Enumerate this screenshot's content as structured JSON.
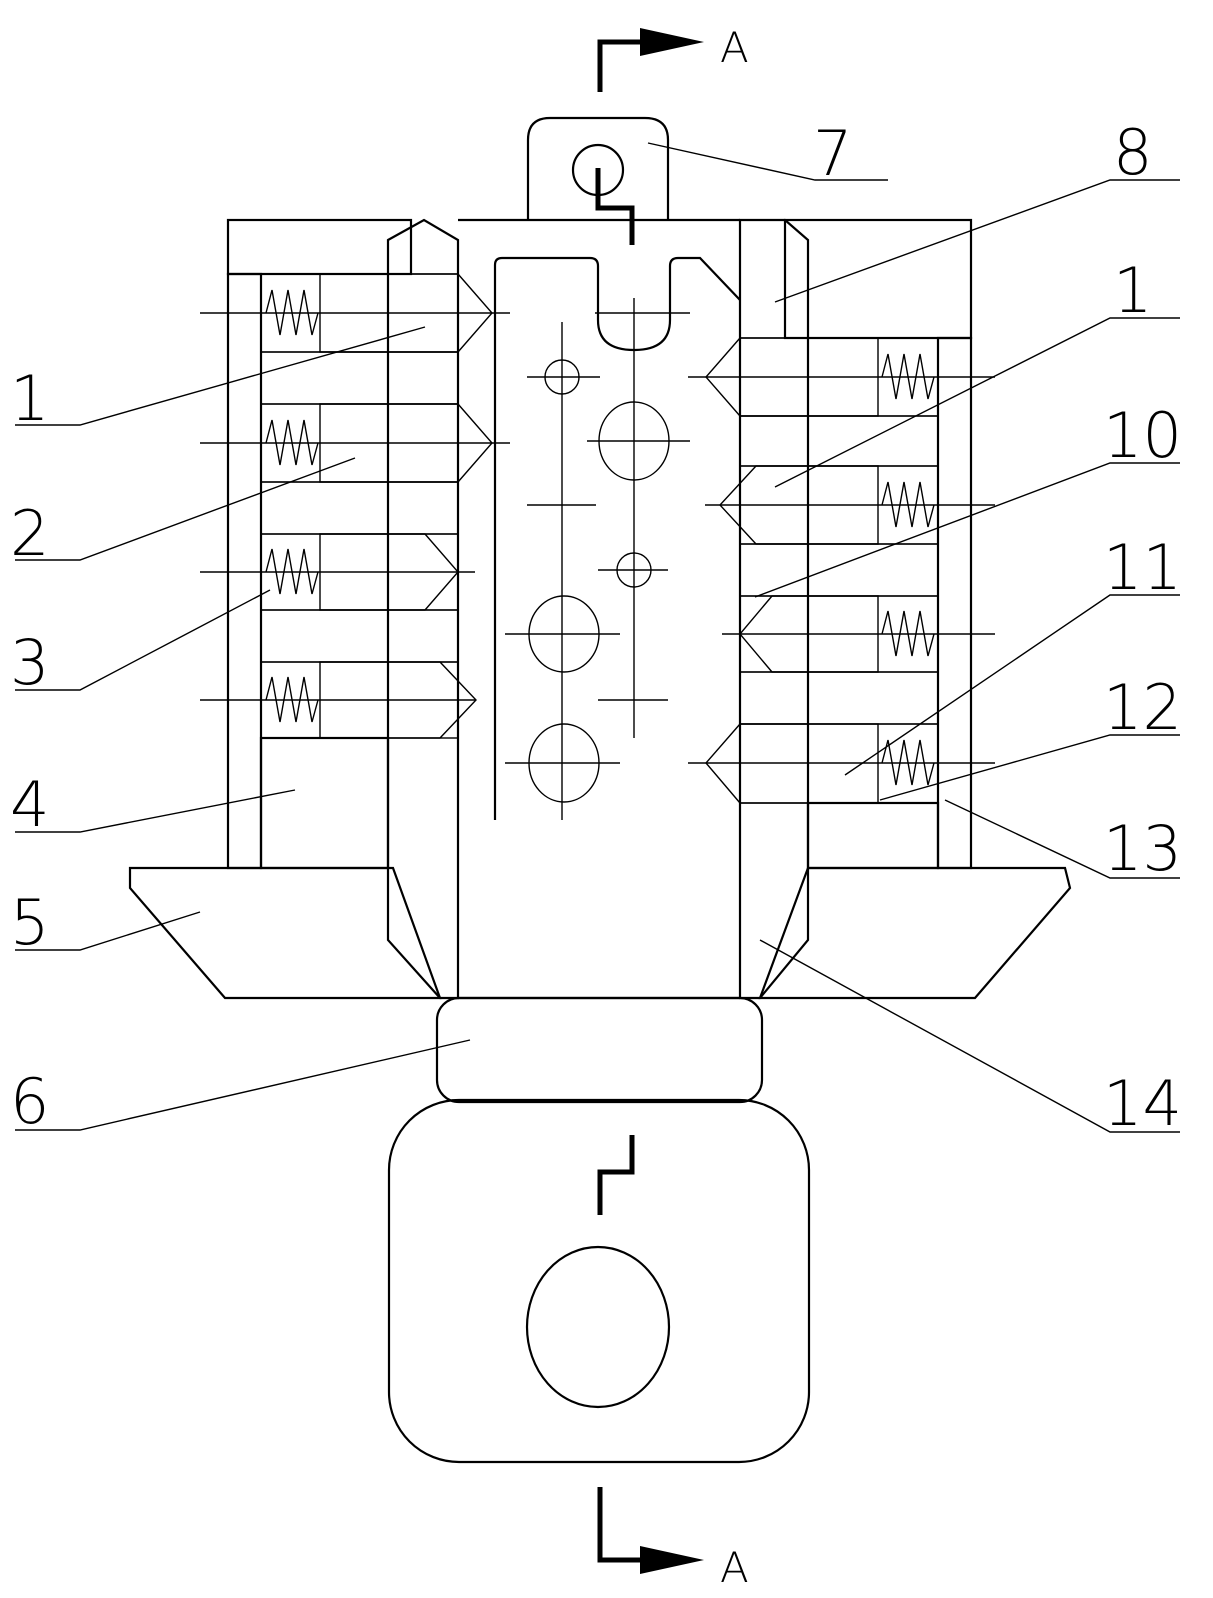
{
  "labels": {
    "l1": "1",
    "l2": "2",
    "l3": "3",
    "l4": "4",
    "l5": "5",
    "l6": "6",
    "l7": "7",
    "l8": "8",
    "r1": "1",
    "l10": "10",
    "l11": "11",
    "l12": "12",
    "l13": "13",
    "l14": "14"
  },
  "section": {
    "top": "A",
    "bottom": "A"
  }
}
